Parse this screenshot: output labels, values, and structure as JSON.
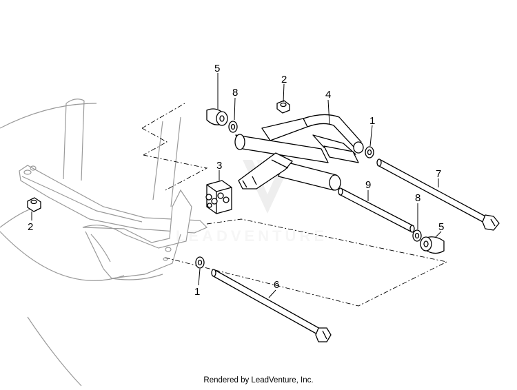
{
  "callouts": {
    "c1a": "1",
    "c1b": "1",
    "c2a": "2",
    "c2b": "2",
    "c3": "3",
    "c4": "4",
    "c5a": "5",
    "c5b": "5",
    "c6": "6",
    "c7": "7",
    "c8a": "8",
    "c8b": "8",
    "c9": "9"
  },
  "watermark": "LEADVENTURE",
  "footer": "Rendered by LeadVenture, Inc."
}
